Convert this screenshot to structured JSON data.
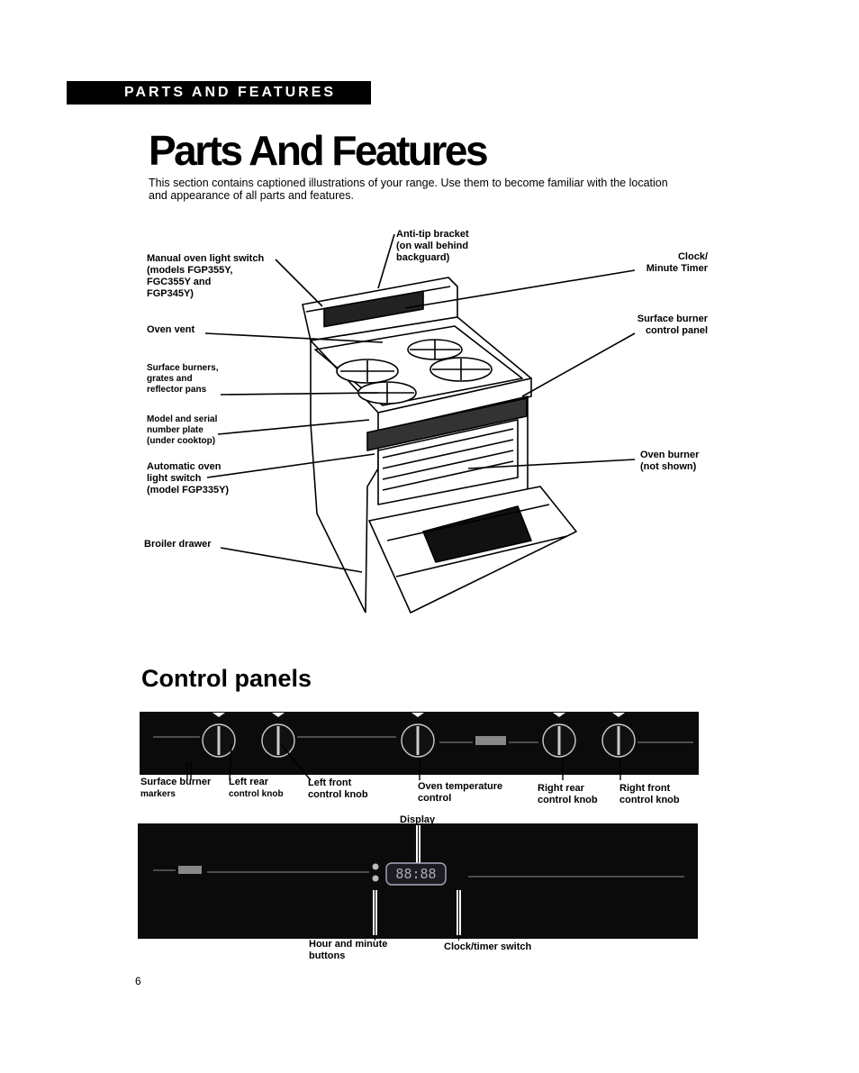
{
  "header": {
    "banner": "PARTS AND FEATURES"
  },
  "page_title": "Parts And Features",
  "intro": "This section contains captioned illustrations of your range. Use them to become familiar with the location and appearance of all parts and features.",
  "range_callouts": {
    "anti_tip_1": "Anti-tip bracket",
    "anti_tip_2": "(on wall behind",
    "anti_tip_3": "backguard)",
    "manual_light_1": "Manual oven light switch",
    "manual_light_2": "(models FGP355Y,",
    "manual_light_3": "FGC355Y and",
    "manual_light_4": "FGP345Y)",
    "clock_1": "Clock/",
    "clock_2": "Minute Timer",
    "oven_vent": "Oven vent",
    "surface_panel_1": "Surface burner",
    "surface_panel_2": "control panel",
    "burners_1": "Surface burners,",
    "burners_2": "grates and",
    "burners_3": "reflector pans",
    "model_1": "Model and serial",
    "model_2": "number plate",
    "model_3": "(under cooktop)",
    "auto_light_1": "Automatic oven",
    "auto_light_2": "light switch",
    "auto_light_3": "(model FGP335Y)",
    "oven_burner_1": "Oven burner",
    "oven_burner_2": "(not shown)",
    "broiler": "Broiler drawer"
  },
  "control_panels_heading": "Control panels",
  "panel1_callouts": {
    "markers_1": "Surface burner",
    "markers_2": "markers",
    "left_rear_1": "Left rear",
    "left_rear_2": "control knob",
    "left_front_1": "Left front",
    "left_front_2": "control knob",
    "oven_temp_1": "Oven temperature",
    "oven_temp_2": "control",
    "right_rear_1": "Right rear",
    "right_rear_2": "control knob",
    "right_front_1": "Right front",
    "right_front_2": "control knob"
  },
  "panel2_callouts": {
    "display": "Display",
    "clock_readout": "88:88",
    "hour_min_1": "Hour and minute",
    "hour_min_2": "buttons",
    "clock_switch": "Clock/timer switch"
  },
  "page_number": "6",
  "colors": {
    "ink": "#000000",
    "paper": "#ffffff",
    "panel": "#0b0b0b"
  }
}
